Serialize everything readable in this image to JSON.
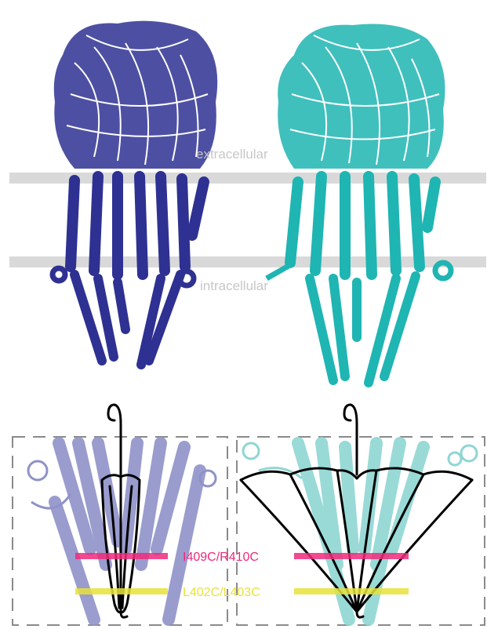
{
  "membrane": {
    "extracellular_label": "extracellular",
    "intracellular_label": "intracellular",
    "band_color": "#d9d9d9",
    "label_color": "#c8c8c8"
  },
  "structures": {
    "left_color": "#2e3192",
    "right_color": "#1fb5b2",
    "left_faded_color": "#8f92c8",
    "right_faded_color": "#8fd6d3"
  },
  "mutations": {
    "upper": {
      "label": "I409C/R410C",
      "color": "#ee2a7b"
    },
    "lower": {
      "label": "L402C/L403C",
      "color": "#e8e23a"
    }
  },
  "umbrella": {
    "left_state": "closed",
    "right_state": "open",
    "stroke_color": "#000000"
  },
  "panel_border_color": "#8a8a8a"
}
